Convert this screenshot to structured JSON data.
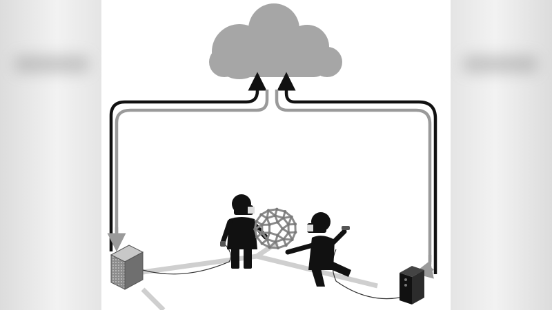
{
  "diagram": {
    "description_labels": [],
    "colors": {
      "cloud": "#a6a6a6",
      "arrow_dark": "#111111",
      "arrow_light": "#9a9a9a",
      "figure": "#111111",
      "floor": "#cfcfcf",
      "server": "#8c8c8c"
    },
    "nodes": [
      {
        "id": "cloud",
        "icon": "cloud-icon"
      },
      {
        "id": "left-server",
        "icon": "server-rack-icon"
      },
      {
        "id": "right-pc",
        "icon": "desktop-tower-icon"
      },
      {
        "id": "user-left",
        "icon": "vr-user-icon"
      },
      {
        "id": "user-right",
        "icon": "vr-user-icon"
      },
      {
        "id": "molecule",
        "icon": "fullerene-molecule-icon"
      }
    ],
    "edges": [
      {
        "from": "left-server",
        "to": "cloud",
        "style": "dark-and-light-arrow-pair"
      },
      {
        "from": "cloud",
        "to": "left-server",
        "style": "dark-and-light-arrow-pair"
      },
      {
        "from": "right-pc",
        "to": "cloud",
        "style": "dark-and-light-arrow-pair"
      },
      {
        "from": "cloud",
        "to": "right-pc",
        "style": "dark-and-light-arrow-pair"
      }
    ]
  }
}
